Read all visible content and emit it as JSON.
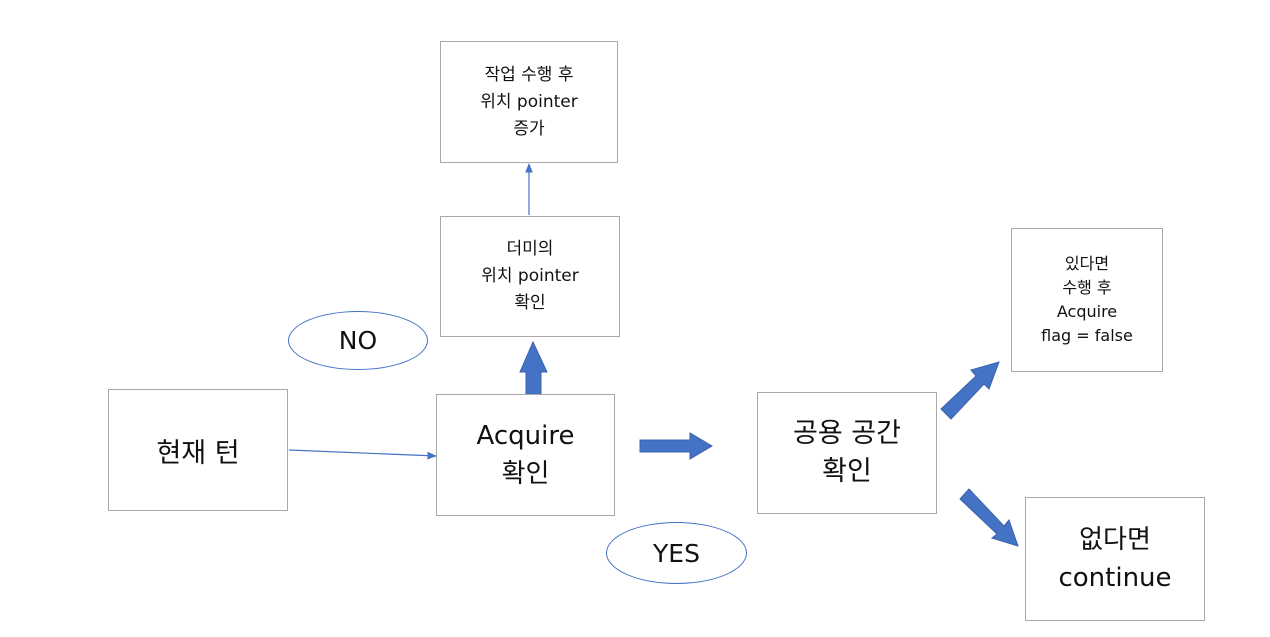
{
  "nodes": {
    "current_turn": {
      "lines": [
        "현재 턴"
      ]
    },
    "acquire_check": {
      "lines": [
        "Acquire",
        "확인"
      ]
    },
    "dummy_pointer": {
      "lines": [
        "더미의",
        "위치 pointer",
        "확인"
      ]
    },
    "work_increment": {
      "lines": [
        "작업 수행 후",
        "위치 pointer",
        "증가"
      ]
    },
    "shared_space": {
      "lines": [
        "공용 공간",
        "확인"
      ]
    },
    "if_exists": {
      "lines": [
        "있다면",
        "수행 후",
        "Acquire",
        "flag = false"
      ]
    },
    "if_none": {
      "lines": [
        "없다면",
        "continue"
      ]
    }
  },
  "labels": {
    "no": "NO",
    "yes": "YES"
  },
  "colors": {
    "accent": "#4472c4",
    "border": "#a9a9a9"
  }
}
